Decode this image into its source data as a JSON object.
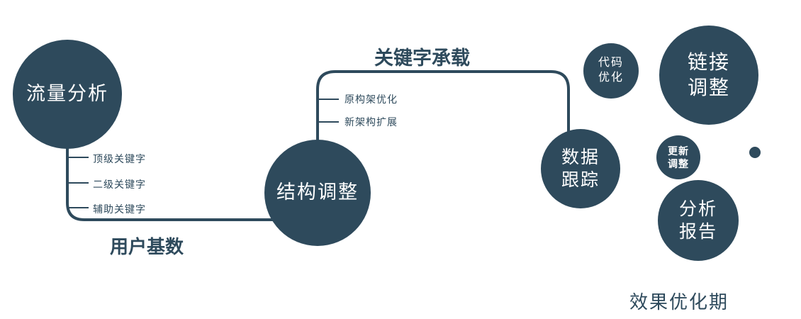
{
  "colors": {
    "primary": "#2e4a5c",
    "text": "#2e4a5c",
    "circle_text": "#ffffff"
  },
  "nodes": {
    "traffic_analysis": {
      "label": "流量分析"
    },
    "structure_adjust": {
      "label": "结构调整"
    },
    "data_tracking": {
      "lines": [
        "数据",
        "跟踪"
      ]
    },
    "code_optimization": {
      "lines": [
        "代码",
        "优化"
      ]
    },
    "link_adjustment": {
      "lines": [
        "链接",
        "调整"
      ]
    },
    "update_adjustment": {
      "lines": [
        "更新",
        "调整"
      ]
    },
    "analysis_report": {
      "lines": [
        "分析",
        "报告"
      ]
    }
  },
  "edge_labels": {
    "user_base": "用户基数",
    "keyword_carrying": "关键字承载"
  },
  "branch_labels": {
    "traffic": [
      "顶级关键字",
      "二级关键字",
      "辅助关键字"
    ],
    "structure": [
      "原构架优化",
      "新架构扩展"
    ]
  },
  "stage_label": "效果优化期"
}
